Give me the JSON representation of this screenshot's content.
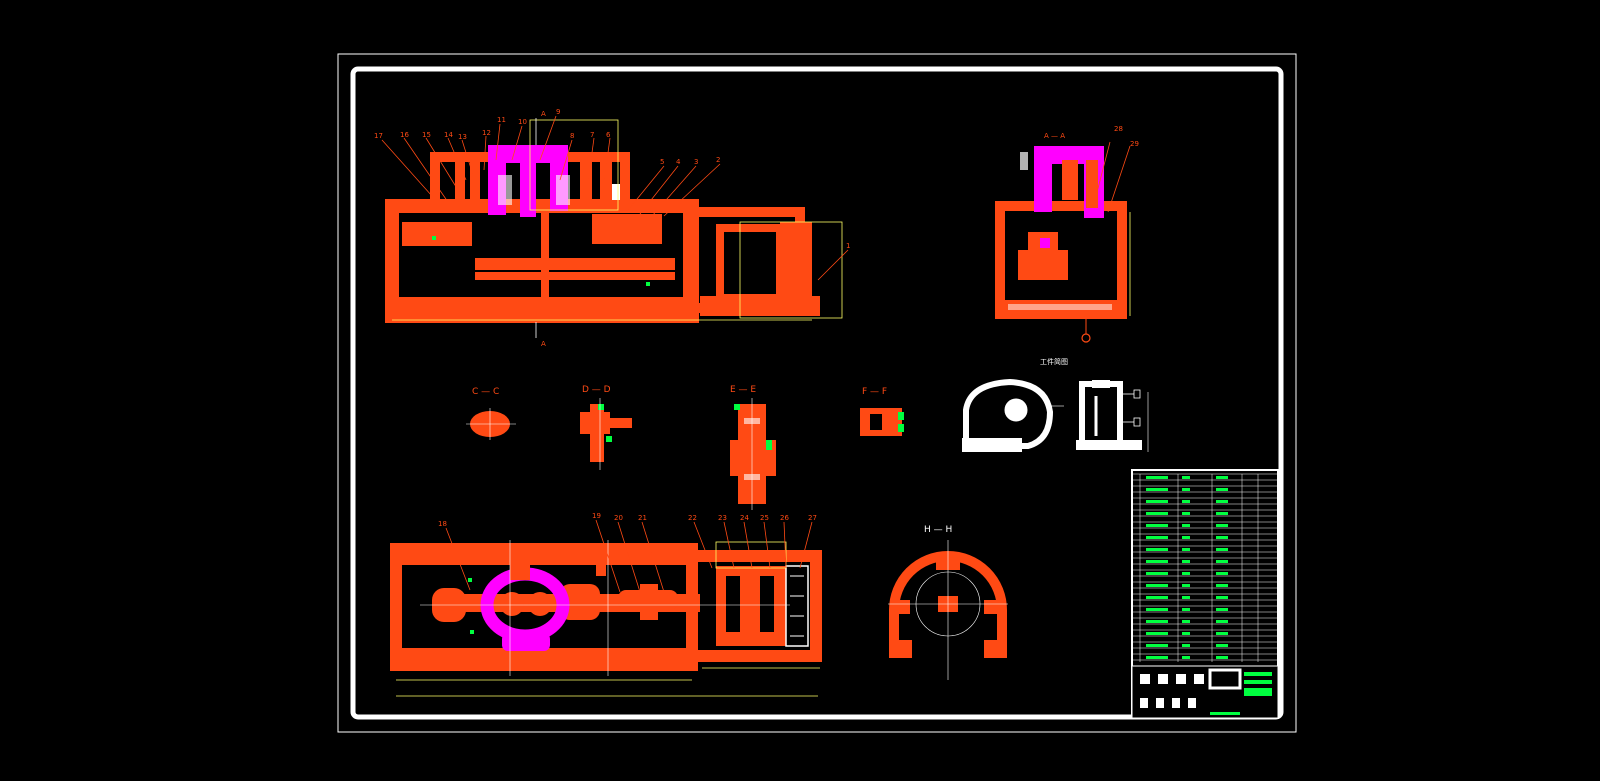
{
  "drawing": {
    "colors": {
      "background": "#000000",
      "part_fill": "#ff4a14",
      "highlight": "#ff00ff",
      "hatch": "#ffffff",
      "dimension": "#ffff66",
      "frame": "#ffffff",
      "green": "#00ff40"
    },
    "section_labels": {
      "c": "C — C",
      "d": "D — D",
      "e": "E — E",
      "f": "F — F",
      "h": "H — H",
      "a_top": "A",
      "a_bottom": "A",
      "a_side": "A — A",
      "workpiece": "工件简图"
    },
    "balloon_numbers_top": [
      "17",
      "16",
      "15",
      "14",
      "13",
      "12",
      "11",
      "10",
      "9",
      "8",
      "7",
      "6",
      "5",
      "4",
      "3",
      "2"
    ],
    "balloon_numbers_bottom": [
      "18",
      "19",
      "20",
      "21",
      "22",
      "23",
      "24",
      "25",
      "26",
      "27"
    ],
    "balloon_numbers_side": [
      "28",
      "29"
    ],
    "balloon_number_right": "1"
  }
}
